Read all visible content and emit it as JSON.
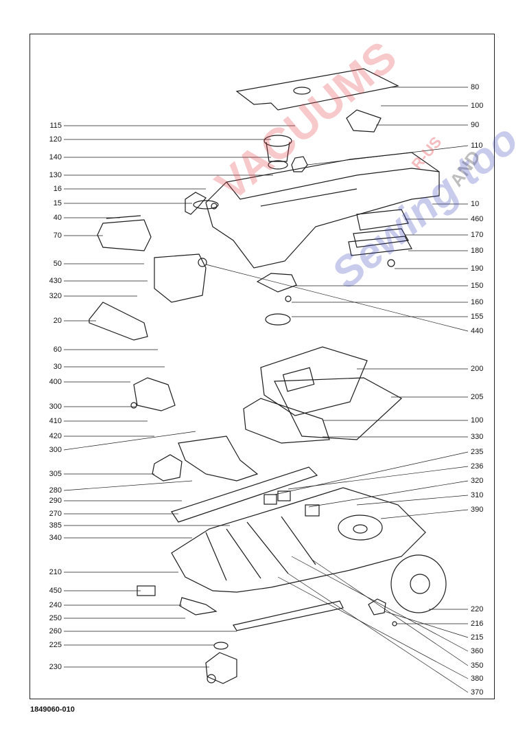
{
  "doc_id": "1849060-010",
  "watermark": {
    "red_text": "VACUUMS",
    "rus_text": "R-US",
    "and_text": "AND",
    "blue_text": "Sewing too"
  },
  "left_labels": [
    "115",
    "120",
    "140",
    "130",
    "16",
    "15",
    "40",
    "70",
    "50",
    "430",
    "320",
    "20",
    "60",
    "30",
    "400",
    "300",
    "410",
    "420",
    "300",
    "305",
    "280",
    "290",
    "270",
    "385",
    "340",
    "210",
    "450",
    "240",
    "250",
    "260",
    "225",
    "230"
  ],
  "right_labels": [
    "80",
    "100",
    "90",
    "110",
    "10",
    "460",
    "170",
    "180",
    "190",
    "150",
    "160",
    "155",
    "440",
    "200",
    "205",
    "100",
    "330",
    "235",
    "236",
    "320",
    "310",
    "390",
    "220",
    "216",
    "215",
    "360",
    "350",
    "380",
    "370"
  ],
  "colors": {
    "ink": "#1a1a1a",
    "paper": "#ffffff"
  }
}
